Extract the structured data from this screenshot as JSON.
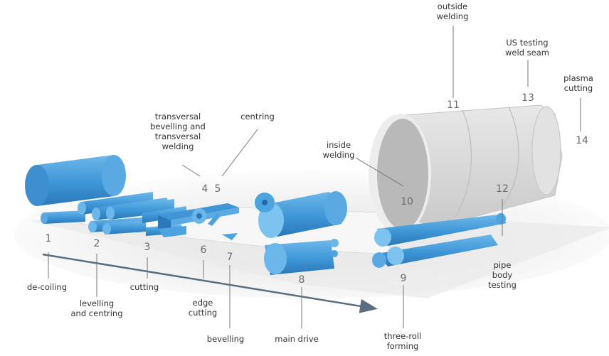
{
  "colors": {
    "blue": "#4da3e0",
    "blue_dark": "#2a78b8",
    "blue_light": "#7cc3ef",
    "floor": "#e6e6e6",
    "sheet": "#f5f5f5",
    "pipe": "#d7d7d7",
    "pipe_inside": "#bdbdbd",
    "arrow": "#5a6e7e",
    "leader": "#777777"
  },
  "stations": [
    {
      "number": "1",
      "label": "de-coiling"
    },
    {
      "number": "2",
      "label": "levelling\nand centring"
    },
    {
      "number": "3",
      "label": "cutting"
    },
    {
      "number": "4",
      "label": "transversal\nbevelling and\ntransversal\nwelding"
    },
    {
      "number": "5",
      "label": "centring"
    },
    {
      "number": "6",
      "label": "edge\ncutting"
    },
    {
      "number": "7",
      "label": "bevelling"
    },
    {
      "number": "8",
      "label": "main drive"
    },
    {
      "number": "9",
      "label": "three-roll\nforming"
    },
    {
      "number": "10",
      "label": "inside\nwelding"
    },
    {
      "number": "11",
      "label": "outside\nwelding"
    },
    {
      "number": "12",
      "label": "pipe\nbody\ntesting"
    },
    {
      "number": "13",
      "label": "US testing\nweld seam"
    },
    {
      "number": "14",
      "label": "plasma\ncutting"
    }
  ]
}
